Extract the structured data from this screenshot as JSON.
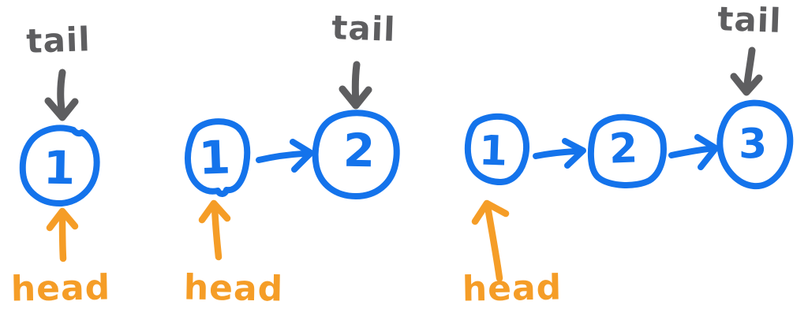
{
  "title": "Hand-drawn linked list diagrams",
  "colors": {
    "blue": "#1473eb",
    "gray": "#5e5e60",
    "orange": "#f59d27",
    "background": "#ffffff"
  },
  "labels": {
    "tail": "tail",
    "head": "head"
  },
  "lists": [
    {
      "name": "linked-list-one-node",
      "nodes": [
        "1"
      ],
      "tail": "tail",
      "head": "head"
    },
    {
      "name": "linked-list-two-nodes",
      "nodes": [
        "1",
        "2"
      ],
      "tail": "tail",
      "head": "head"
    },
    {
      "name": "linked-list-three-nodes",
      "nodes": [
        "1",
        "2",
        "3"
      ],
      "tail": "tail",
      "head": "head"
    }
  ]
}
